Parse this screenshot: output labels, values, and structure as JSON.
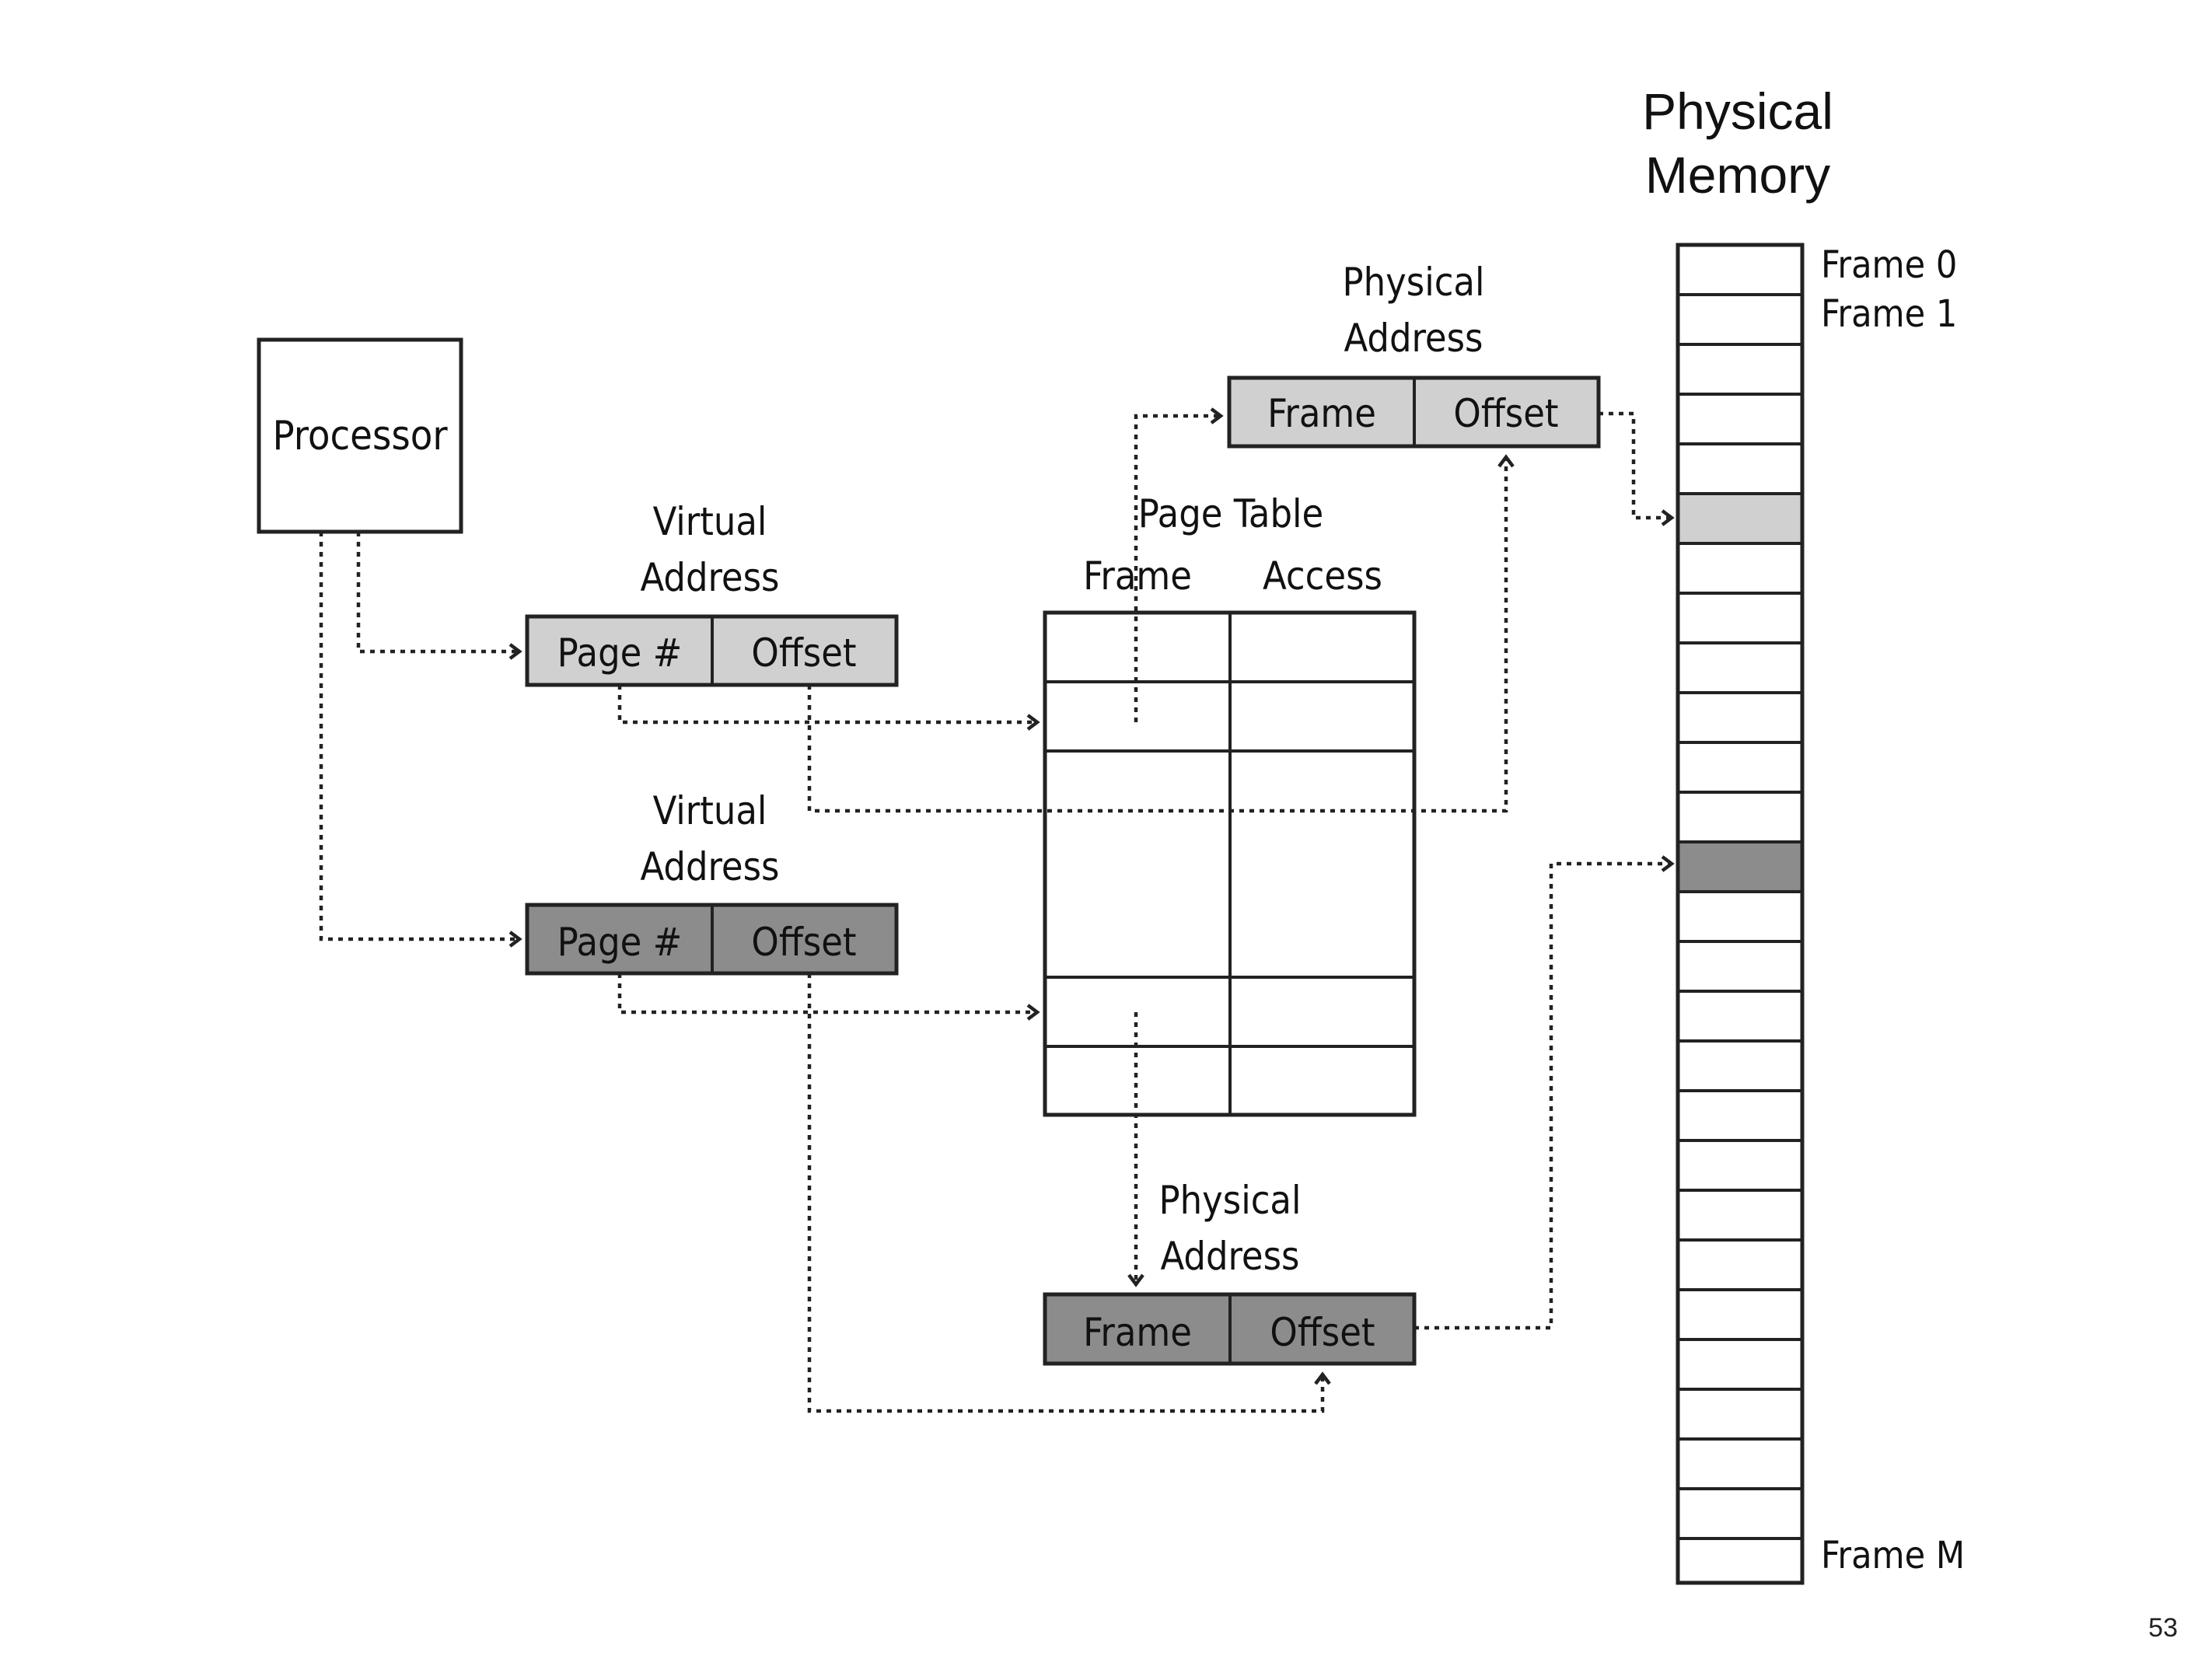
{
  "processor": {
    "label": "Processor"
  },
  "virtual_address_top": {
    "title_line1": "Virtual",
    "title_line2": "Address",
    "fields": [
      "Page #",
      "Offset"
    ],
    "fill": "#d0d0d0"
  },
  "virtual_address_bottom": {
    "title_line1": "Virtual",
    "title_line2": "Address",
    "fields": [
      "Page #",
      "Offset"
    ],
    "fill": "#8c8c8c"
  },
  "page_table": {
    "title": "Page Table",
    "columns": [
      "Frame",
      "Access"
    ]
  },
  "physical_address_top": {
    "title_line1": "Physical",
    "title_line2": "Address",
    "fields": [
      "Frame",
      "Offset"
    ],
    "fill": "#d0d0d0"
  },
  "physical_address_bottom": {
    "title_line1": "Physical",
    "title_line2": "Address",
    "fields": [
      "Frame",
      "Offset"
    ],
    "fill": "#8c8c8c"
  },
  "physical_memory": {
    "title_line1": "Physical",
    "title_line2": "Memory",
    "frame_labels": {
      "first": "Frame 0",
      "second": "Frame 1",
      "last": "Frame M"
    },
    "highlight_light": "#d0d0d0",
    "highlight_dark": "#8c8c8c"
  },
  "slide_number": "53"
}
